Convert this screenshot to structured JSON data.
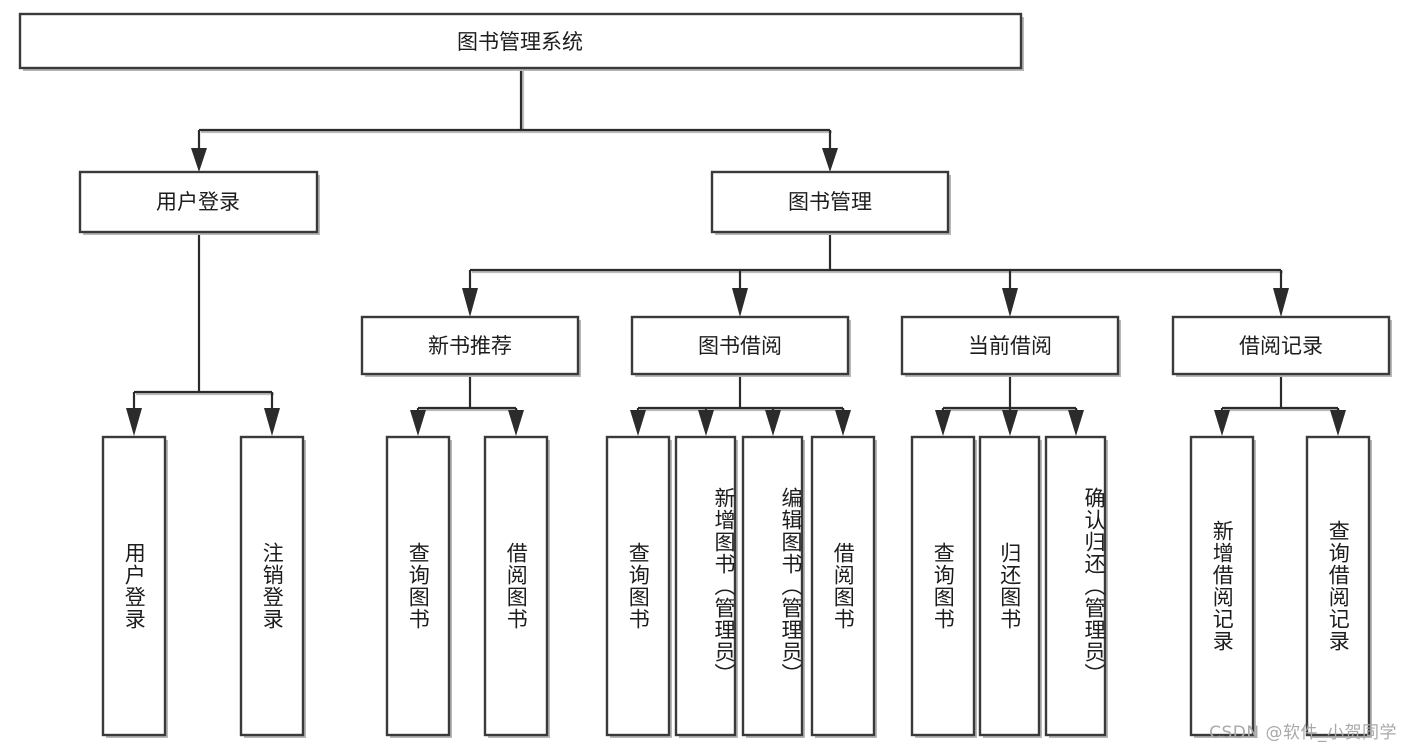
{
  "diagram": {
    "type": "tree",
    "title": "图书管理系统",
    "watermark": "CSDN @软件_小贺同学",
    "colors": {
      "box_stroke": "#3a3a3a",
      "box_fill": "#ffffff",
      "edge": "#2b2b2b",
      "text": "#1d1d1d",
      "watermark": "#a9a9a9",
      "background": "#ffffff"
    },
    "levels": {
      "root": {
        "id": "root",
        "label": "图书管理系统",
        "orientation": "horizontal"
      },
      "level2": [
        {
          "id": "user-login",
          "label": "用户登录",
          "orientation": "horizontal"
        },
        {
          "id": "book-manage",
          "label": "图书管理",
          "orientation": "horizontal"
        }
      ],
      "level3": [
        {
          "id": "new-book-recommend",
          "label": "新书推荐",
          "orientation": "horizontal",
          "parent": "book-manage"
        },
        {
          "id": "book-borrow",
          "label": "图书借阅",
          "orientation": "horizontal",
          "parent": "book-manage"
        },
        {
          "id": "current-borrow",
          "label": "当前借阅",
          "orientation": "horizontal",
          "parent": "book-manage"
        },
        {
          "id": "borrow-record",
          "label": "借阅记录",
          "orientation": "horizontal",
          "parent": "book-manage"
        }
      ],
      "leaves": [
        {
          "id": "leaf-user-login",
          "label": "用户登录",
          "parent": "user-login",
          "orientation": "vertical"
        },
        {
          "id": "leaf-logout-login",
          "label": "注销登录",
          "parent": "user-login",
          "orientation": "vertical"
        },
        {
          "id": "leaf-query-book-rec",
          "label": "查询图书",
          "parent": "new-book-recommend",
          "orientation": "vertical"
        },
        {
          "id": "leaf-borrow-book-rec",
          "label": "借阅图书",
          "parent": "new-book-recommend",
          "orientation": "vertical"
        },
        {
          "id": "leaf-query-book-borrow",
          "label": "查询图书",
          "parent": "book-borrow",
          "orientation": "vertical"
        },
        {
          "id": "leaf-add-book-admin",
          "label": "新增图书（管理员）",
          "parent": "book-borrow",
          "orientation": "vertical"
        },
        {
          "id": "leaf-edit-book-admin",
          "label": "编辑图书（管理员）",
          "parent": "book-borrow",
          "orientation": "vertical"
        },
        {
          "id": "leaf-borrow-book",
          "label": "借阅图书",
          "parent": "book-borrow",
          "orientation": "vertical"
        },
        {
          "id": "leaf-query-book-current",
          "label": "查询图书",
          "parent": "current-borrow",
          "orientation": "vertical"
        },
        {
          "id": "leaf-return-book",
          "label": "归还图书",
          "parent": "current-borrow",
          "orientation": "vertical"
        },
        {
          "id": "leaf-confirm-return-admin",
          "label": "确认归还（管理员）",
          "parent": "current-borrow",
          "orientation": "vertical"
        },
        {
          "id": "leaf-add-borrow-record",
          "label": "新增借阅记录",
          "parent": "borrow-record",
          "orientation": "vertical"
        },
        {
          "id": "leaf-query-borrow-record",
          "label": "查询借阅记录",
          "parent": "borrow-record",
          "orientation": "vertical"
        }
      ]
    }
  }
}
